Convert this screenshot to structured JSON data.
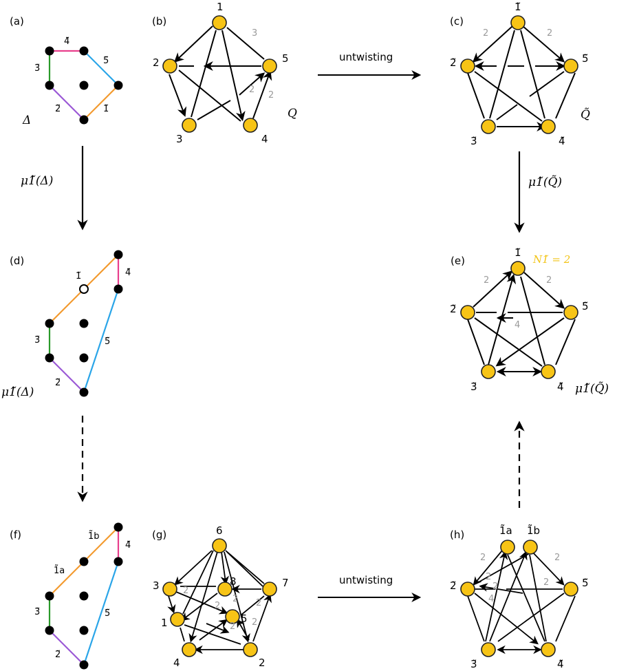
{
  "panels": {
    "a": "(a)",
    "b": "(b)",
    "c": "(c)",
    "d": "(d)",
    "e": "(e)",
    "f": "(f)",
    "g": "(g)",
    "h": "(h)"
  },
  "labels": {
    "untwisting_top": "untwisting",
    "untwisting_bottom": "untwisting",
    "Q": "Q",
    "Q_tilde": "Q̃",
    "delta": "Δ",
    "mu_delta_arrow": "μ1̃(Δ)",
    "mu_delta_d": "μ1̃(Δ)",
    "mu_Qtilde_arrow": "μ1̃(Q̃)",
    "mu_Qtilde_e": "μ1̃(Q̃)",
    "N_label": "N1̃ = 2"
  },
  "nodes_b": [
    "1",
    "2",
    "3",
    "4",
    "5"
  ],
  "nodes_tilde": [
    "1̃",
    "2̃",
    "3̃",
    "4̃",
    "5̃"
  ],
  "nodes_g": [
    "1",
    "2",
    "3",
    "4",
    "5",
    "6",
    "7",
    "8"
  ],
  "nodes_h": [
    "1̃a",
    "1̃b",
    "2̃",
    "3̃",
    "4̃",
    "5̃"
  ],
  "edge_labels": {
    "a": [
      "4̃",
      "5̃",
      "3̃",
      "2̃",
      "1̃"
    ],
    "d": [
      "1̃",
      "4̃",
      "3̃",
      "5̃",
      "2̃"
    ],
    "f": [
      "1̃b",
      "4̃",
      "1̃a",
      "3̃",
      "5̃",
      "2̃"
    ]
  },
  "multiplicities": {
    "b": [
      "3",
      "2",
      "2"
    ],
    "c": [
      "2",
      "2"
    ],
    "e": [
      "2",
      "2",
      "4"
    ],
    "g": [
      "2",
      "2",
      "2",
      "2",
      "2",
      "2"
    ],
    "h": [
      "2",
      "2",
      "2",
      "2",
      "2",
      "4"
    ]
  },
  "colors": {
    "node_fill": "#f7c416",
    "node_stroke": "#222222",
    "pink": "#e83e8c",
    "blue": "#2aa5e8",
    "green": "#2a9a2a",
    "purple": "#9b59d6",
    "orange": "#f39a2e",
    "gray": "#9a9a9a",
    "yellow_label": "#f2c418"
  }
}
